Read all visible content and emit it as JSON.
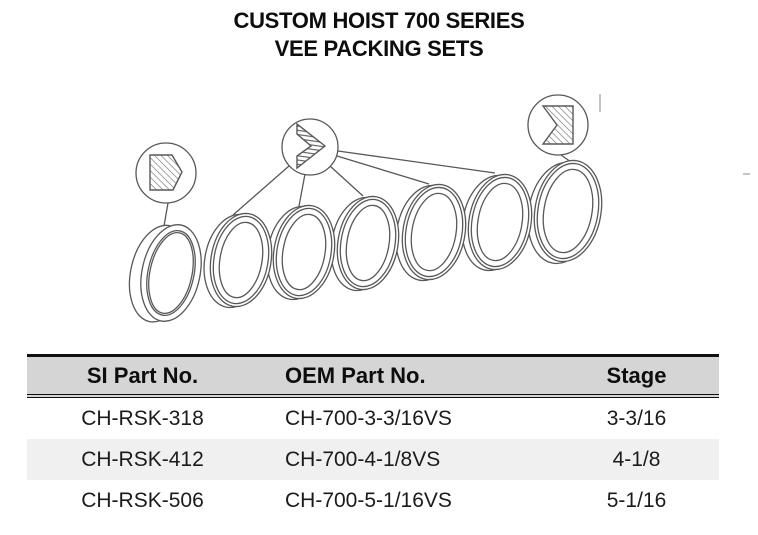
{
  "title": {
    "line1": "CUSTOM HOIST 700 SERIES",
    "line2": "VEE PACKING SETS"
  },
  "diagram": {
    "ring_count": 7,
    "callouts": [
      {
        "icon": "female-adapter-cross-section-icon"
      },
      {
        "icon": "vee-ring-cross-section-icon"
      },
      {
        "icon": "male-adapter-cross-section-icon"
      }
    ]
  },
  "table": {
    "headers": [
      "SI Part No.",
      "OEM Part No.",
      "Stage"
    ],
    "rows": [
      {
        "si_part_no": "CH-RSK-318",
        "oem_part_no": "CH-700-3-3/16VS",
        "stage": "3-3/16"
      },
      {
        "si_part_no": "CH-RSK-412",
        "oem_part_no": "CH-700-4-1/8VS",
        "stage": "4-1/8"
      },
      {
        "si_part_no": "CH-RSK-506",
        "oem_part_no": "CH-700-5-1/16VS",
        "stage": "5-1/16"
      }
    ]
  },
  "colors": {
    "header_bg": "#d5d5d5",
    "alt_row_bg": "#f0f0f0",
    "table_border": "#101010",
    "line_art": "#585858",
    "text": "#111111"
  }
}
